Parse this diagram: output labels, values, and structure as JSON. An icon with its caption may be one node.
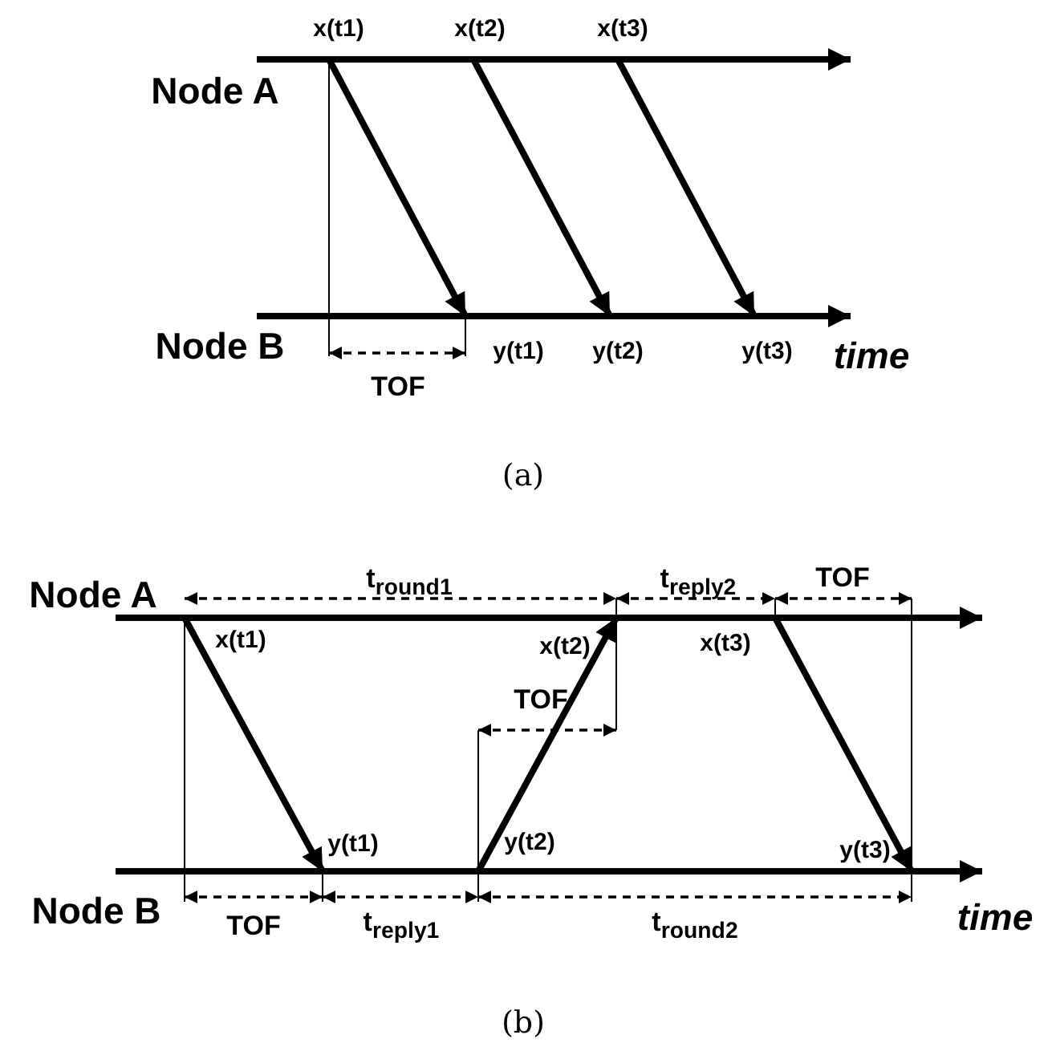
{
  "diagram": {
    "nodes": [
      {
        "text": [
          "x(t1)"
        ]
      },
      {
        "text": [
          "x(t2)"
        ]
      },
      {
        "text": [
          "x(t3)"
        ]
      },
      {
        "text": [
          "y(t1)"
        ]
      },
      {
        "text": [
          "y(t2)"
        ]
      },
      {
        "text": [
          "y(t3)"
        ]
      },
      {
        "text": [
          "x(t1)"
        ]
      },
      {
        "text": [
          "x(t2)"
        ]
      },
      {
        "text": [
          "x(t3)"
        ]
      },
      {
        "text": [
          "y(t1)"
        ]
      },
      {
        "text": [
          "y(t2)"
        ]
      },
      {
        "text": [
          "y(t3)"
        ]
      }
    ],
    "edges": [
      {
        "from": 0,
        "to": 3,
        "arrow": "to"
      },
      {
        "from": 1,
        "to": 4,
        "arrow": "to"
      },
      {
        "from": 2,
        "to": 5,
        "arrow": "to"
      },
      {
        "from": 6,
        "to": 9,
        "arrow": "to"
      },
      {
        "from": 10,
        "to": 7,
        "arrow": "to"
      },
      {
        "from": 8,
        "to": 11,
        "arrow": "to"
      }
    ],
    "labels": [
      "Node A",
      "Node B",
      "TOF",
      "time",
      "(a)",
      "Node A",
      "t$_{round1}$",
      "t$_{reply2}$",
      "TOF",
      "TOF",
      "Node B",
      "TOF",
      "t$_{reply1}$",
      "t$_{round2}$",
      "time",
      "(b)"
    ]
  }
}
